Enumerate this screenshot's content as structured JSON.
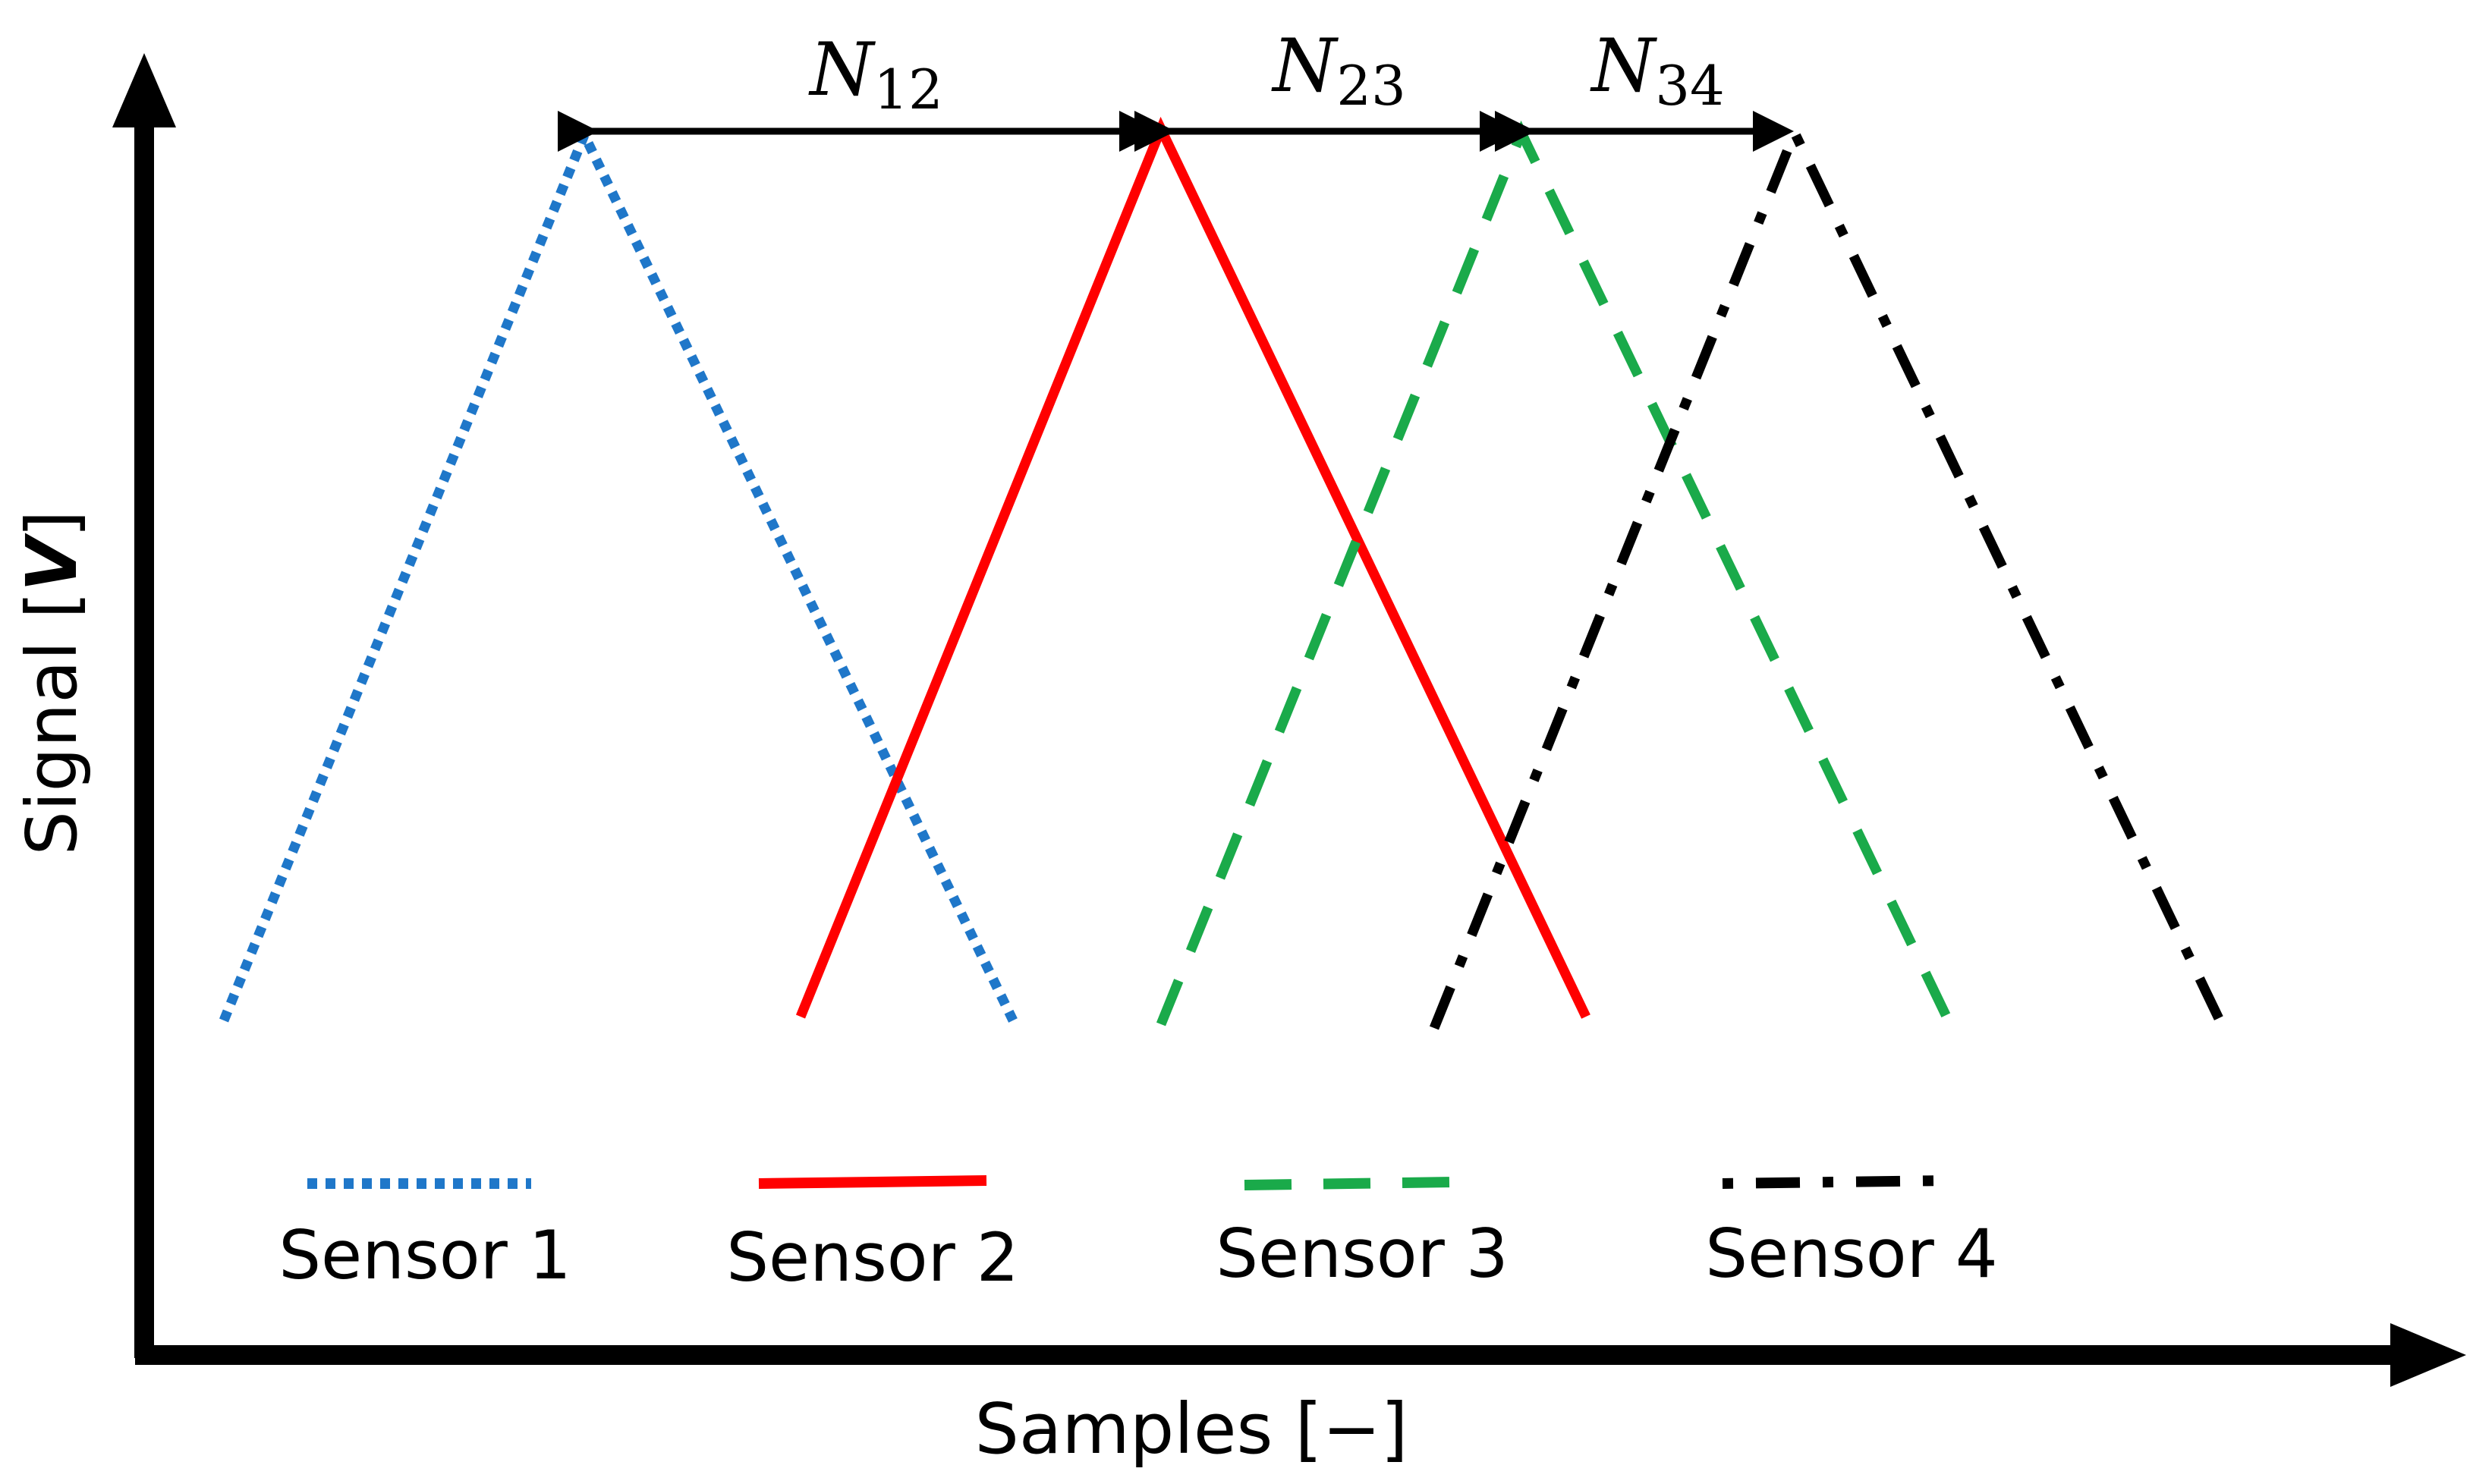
{
  "axes": {
    "x_label": "Samples [−]",
    "y_label_text": "Signal ",
    "y_label_bracket_open": "[",
    "y_label_unit": "V",
    "y_label_bracket_close": "]"
  },
  "intervals": [
    {
      "main": "N",
      "sub": "12"
    },
    {
      "main": "N",
      "sub": "23"
    },
    {
      "main": "N",
      "sub": "34"
    }
  ],
  "sensors": [
    {
      "label": "Sensor 1",
      "color": "#1f77c9",
      "style": "dotted"
    },
    {
      "label": "Sensor 2",
      "color": "#ff0000",
      "style": "solid"
    },
    {
      "label": "Sensor 3",
      "color": "#1aaa4a",
      "style": "dashed"
    },
    {
      "label": "Sensor 4",
      "color": "#000000",
      "style": "dash-dot"
    }
  ]
}
